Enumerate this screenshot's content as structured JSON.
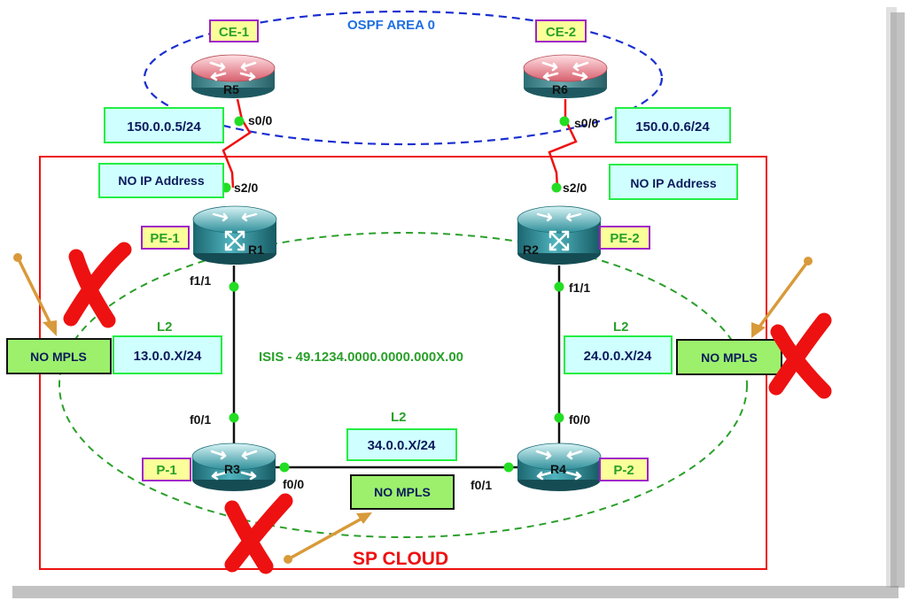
{
  "colors": {
    "sp_border": "#ee1111",
    "ospf_ring": "#1a2fd0",
    "isis_ring": "#2aa02a",
    "link_ethernet": "#111111",
    "link_serial": "#ee1111",
    "port_dot": "#22dd22",
    "ip_box_fill": "#cfffff",
    "ip_box_border": "#22ee44",
    "ip_text": "#0c1a5c",
    "role_box_fill": "#fbff9a",
    "role_box_border": "#a020c8",
    "role_text": "#2aa02a",
    "nompls_fill": "#9cf06c",
    "nompls_border": "#111111",
    "cross": "#ee1111",
    "arrow": "#d89a3a",
    "ospf_text": "#1f6fe0",
    "isis_text": "#2aa02a",
    "sp_cloud_text": "#ee1111"
  },
  "areas": {
    "ospf_label": "OSPF AREA 0",
    "isis_label": "ISIS - 49.1234.0000.0000.000X.00",
    "sp_cloud_label": "SP CLOUD"
  },
  "routers": {
    "r5": {
      "name": "R5",
      "role": "CE-1",
      "icon": "router-icon",
      "style": "red"
    },
    "r6": {
      "name": "R6",
      "role": "CE-2",
      "icon": "router-icon",
      "style": "red"
    },
    "r1": {
      "name": "R1",
      "role": "PE-1",
      "icon": "layer3-switch-icon",
      "style": "teal"
    },
    "r2": {
      "name": "R2",
      "role": "PE-2",
      "icon": "layer3-switch-icon",
      "style": "teal"
    },
    "r3": {
      "name": "R3",
      "role": "P-1",
      "icon": "router-icon",
      "style": "teal"
    },
    "r4": {
      "name": "R4",
      "role": "P-2",
      "icon": "router-icon",
      "style": "teal"
    }
  },
  "interfaces": {
    "r5_s00": "s0/0",
    "r6_s00": "s0/0",
    "r1_s20": "s2/0",
    "r2_s20": "s2/0",
    "r1_f11": "f1/1",
    "r2_f11": "f1/1",
    "r3_f01": "f0/1",
    "r4_f00": "f0/0",
    "r3_f00": "f0/0",
    "r4_f01": "f0/1"
  },
  "addresses": {
    "r5_ce": "150.0.0.5/24",
    "r6_ce": "150.0.0.6/24",
    "pe1_none": "NO IP Address",
    "pe2_none": "NO IP Address",
    "net_13": "13.0.0.X/24",
    "net_24": "24.0.0.X/24",
    "net_34": "34.0.0.X/24"
  },
  "levels": {
    "l_13": "L2",
    "l_24": "L2",
    "l_34": "L2"
  },
  "no_mpls": {
    "left": "NO MPLS",
    "right": "NO MPLS",
    "bottom": "NO MPLS"
  }
}
